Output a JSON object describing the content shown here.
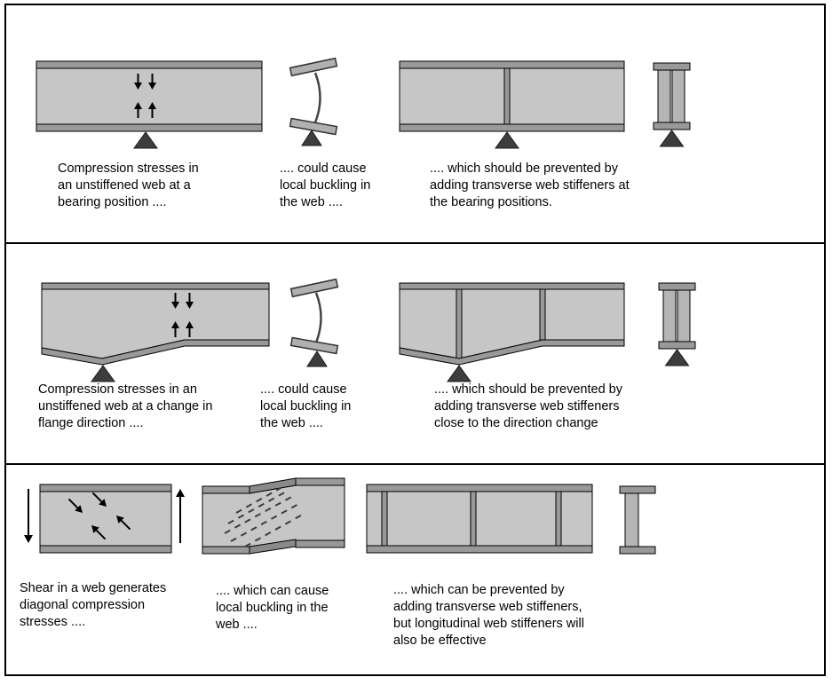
{
  "figure": {
    "type": "engineering-diagram",
    "topic": "Web buckling in plate girders and prevention with web stiffeners"
  },
  "colors": {
    "background": "#ffffff",
    "web_fill": "#c6c6c6",
    "flange_fill": "#999999",
    "stiffener_plate_fill": "#b5b5b5",
    "sheared_flange_fill": "#8a8a8a",
    "support_triangle": "#3d3d3d",
    "outline": "#000000"
  },
  "panels": [
    {
      "name": "bearing-position",
      "captions": {
        "cause": "Compression stresses in\nan unstiffened web at a\nbearing position ....",
        "effect": ".... could cause\nlocal buckling in\nthe web ....",
        "remedy": ".... which should be prevented by\nadding transverse web stiffeners at\nthe bearing positions."
      }
    },
    {
      "name": "flange-direction-change",
      "captions": {
        "cause": "Compression stresses in an\nunstiffened web at a change in\nflange direction ....",
        "effect": ".... could cause\nlocal buckling in\nthe web ....",
        "remedy": ".... which should be prevented by\nadding transverse web stiffeners\nclose to the direction change"
      }
    },
    {
      "name": "shear",
      "captions": {
        "cause": "Shear in a web generates\ndiagonal compression\nstresses ....",
        "effect": ".... which can cause\nlocal buckling in the\nweb ....",
        "remedy": ".... which can be prevented by\nadding transverse web stiffeners,\nbut longitudinal web stiffeners will\nalso be effective"
      }
    }
  ]
}
